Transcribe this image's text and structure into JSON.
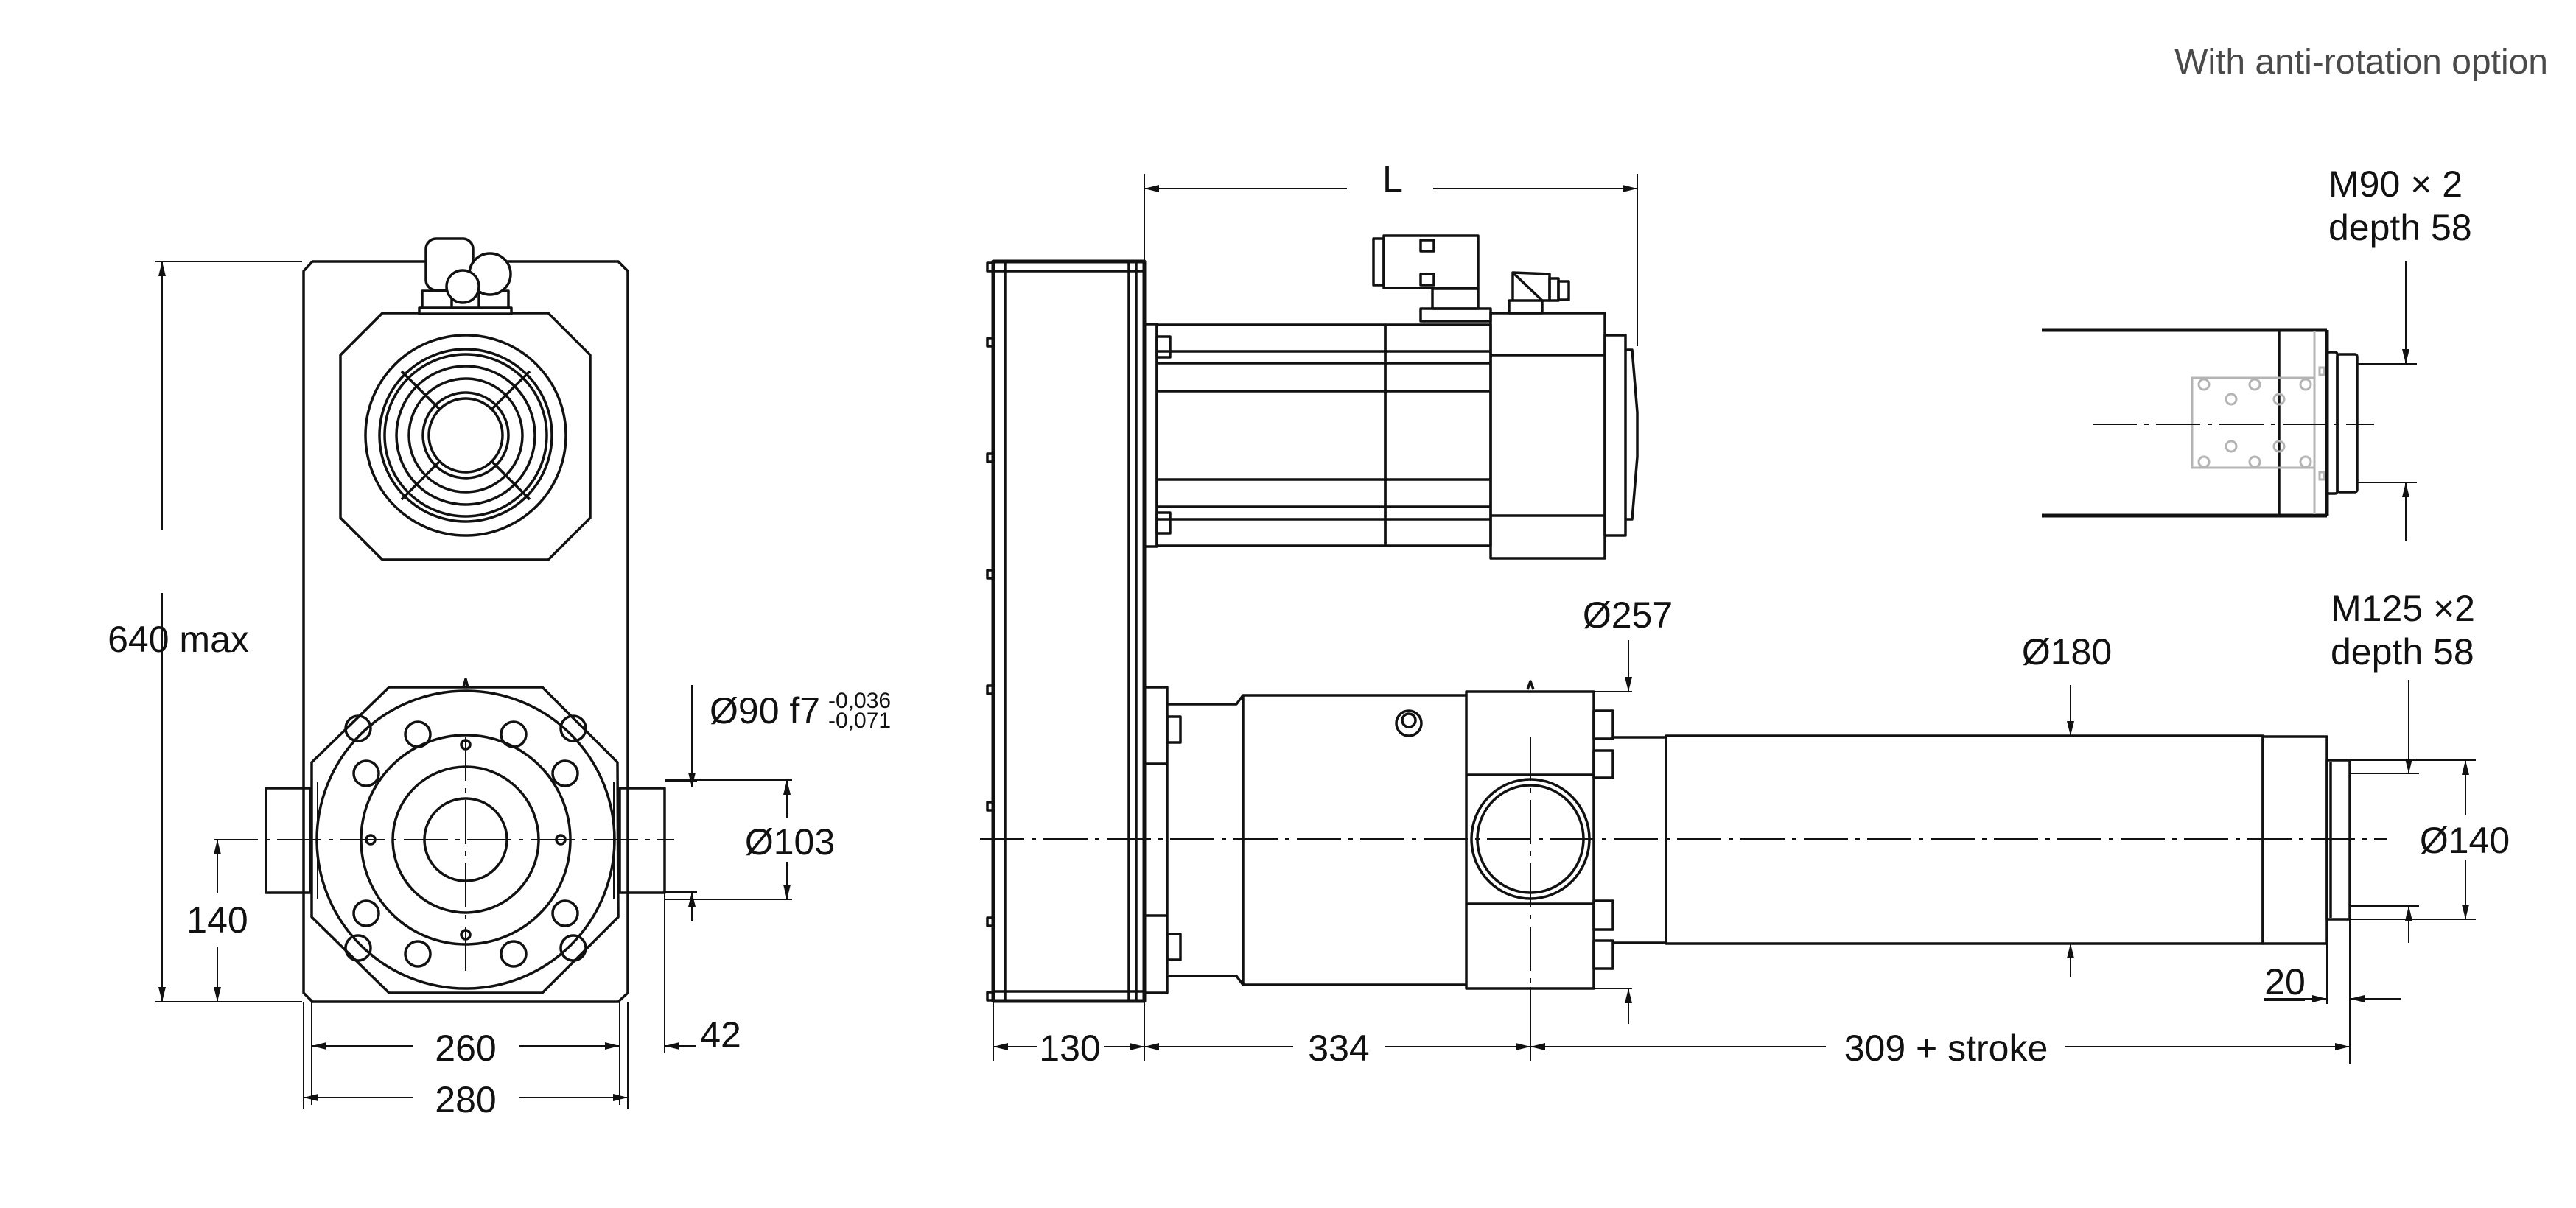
{
  "header": {
    "caption": "With anti-rotation option"
  },
  "front_view": {
    "dimensions": {
      "height": "640 max",
      "axis_height": "140",
      "inner_width": "260",
      "outer_width": "280",
      "boss_length": "42",
      "rod_diameter": "Ø90 f7",
      "rod_tolerance_upper": "-0,036",
      "rod_tolerance_lower": "-0,071",
      "boss_diameter": "Ø103"
    }
  },
  "side_view": {
    "dimensions": {
      "motor_length": "L",
      "plate_thickness": "130",
      "body_to_port": "334",
      "port_to_end": "309 + stroke",
      "body_diameter": "Ø257",
      "tube_diameter": "Ø180",
      "thread_collar": "20",
      "end_diameter": "Ø140",
      "end_thread_line1": "M125 ×2",
      "end_thread_line2": "depth 58"
    }
  },
  "anti_rotation_detail": {
    "thread_line1": "M90 × 2",
    "thread_line2": "depth 58"
  },
  "colors": {
    "line": "#111111",
    "hidden_detail": "#b4b4b4",
    "caption": "#4a4a4a",
    "background": "#ffffff"
  }
}
